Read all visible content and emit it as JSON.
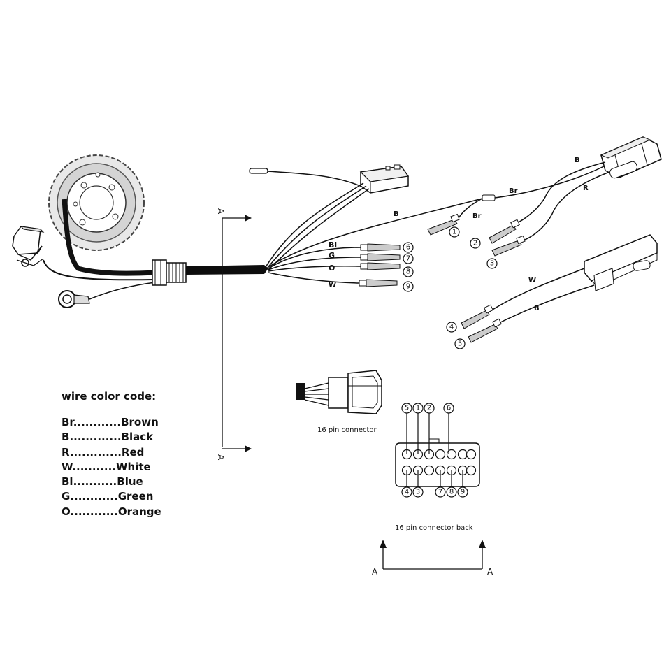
{
  "labels": {
    "wire_bl": "Bl",
    "wire_g": "G",
    "wire_o": "O",
    "wire_w": "W",
    "wire_b_main": "B",
    "wire_br_1": "Br",
    "wire_br_2": "Br",
    "wire_b_top": "B",
    "wire_r_top": "R",
    "wire_w_lower": "W",
    "wire_b_lower": "B",
    "section_a": "A",
    "connector_16": "16 pin connector",
    "connector_16_back": "16 pin connector back"
  },
  "terminal_numbers": [
    "1",
    "2",
    "3",
    "4",
    "5",
    "6",
    "7",
    "8",
    "9"
  ],
  "legend": {
    "title": "wire color code:",
    "items": [
      {
        "code": "Br",
        "dots": "............",
        "name": "Brown"
      },
      {
        "code": "B",
        "dots": ".............",
        "name": "Black"
      },
      {
        "code": "R",
        "dots": ".............",
        "name": "Red"
      },
      {
        "code": "W",
        "dots": "...........",
        "name": "White"
      },
      {
        "code": "Bl",
        "dots": "...........",
        "name": "Blue"
      },
      {
        "code": "G",
        "dots": "............",
        "name": "Green"
      },
      {
        "code": "O",
        "dots": "............",
        "name": "Orange"
      }
    ]
  }
}
